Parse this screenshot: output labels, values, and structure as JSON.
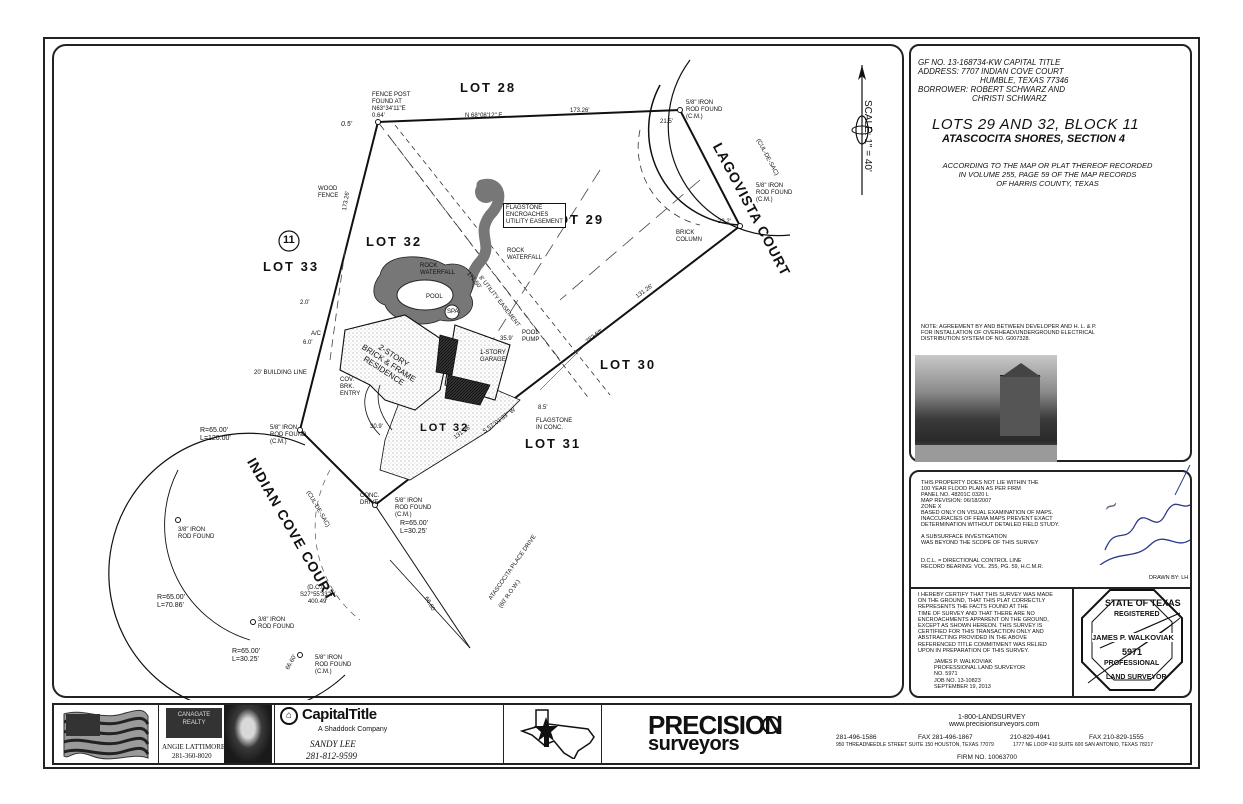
{
  "header": {
    "gf": "GF NO. 13-168734-KW CAPITAL TITLE",
    "address1": "ADDRESS: 7707 INDIAN COVE COURT",
    "address2": "HUMBLE, TEXAS 77346",
    "borrower1": "BORROWER: ROBERT SCHWARZ AND",
    "borrower2": "CHRISTI SCHWARZ",
    "title1": "LOTS 29 AND 32, BLOCK 11",
    "title2": "ATASCOCITA SHORES, SECTION 4",
    "plat1": "ACCORDING TO THE MAP OR PLAT THEREOF RECORDED",
    "plat2": "IN VOLUME 255, PAGE 59 OF THE MAP RECORDS",
    "plat3": "OF HARRIS COUNTY, TEXAS",
    "scale": "SCALE: 1\" = 40'"
  },
  "note": {
    "line1": "NOTE: AGREEMENT BY AND BETWEEN DEVELOPER AND H. L. & P.",
    "line2": "FOR INSTALLATION OF OVERHEAD/UNDERGROUND ELECTRICAL",
    "line3": "DISTRIBUTION SYSTEM OF NO. G007328."
  },
  "flood": {
    "lines": [
      "THIS PROPERTY DOES NOT LIE WITHIN THE",
      "100 YEAR FLOOD PLAIN AS PER FIRM",
      "PANEL NO. 48201C 0320 L",
      "MAP REVISION: 06/18/2007",
      "ZONE X",
      "BASED ONLY ON VISUAL EXAMINATION OF MAPS.",
      "INACCURACIES OF FEMA MAPS PREVENT EXACT",
      "DETERMINATION WITHOUT DETAILED FIELD STUDY."
    ],
    "sub1": "A SUBSURFACE INVESTIGATION",
    "sub2": "WAS BEYOND THE SCOPE OF THIS SURVEY",
    "dcl": "D.C.L. = DIRECTIONAL CONTROL LINE",
    "rb": "RECORD BEARING: VOL. 255, PG. 59, H.C.M.R.",
    "drawn": "DRAWN BY: LH"
  },
  "cert": {
    "lines": [
      "I HEREBY CERTIFY THAT THIS SURVEY WAS MADE",
      "ON THE GROUND, THAT THIS PLAT CORRECTLY",
      "REPRESENTS THE FACTS FOUND AT THE",
      "TIME OF SURVEY AND THAT THERE ARE NO",
      "ENCROACHMENTS APPARENT ON THE GROUND,",
      "EXCEPT AS SHOWN HEREON. THIS SURVEY IS",
      "CERTIFIED FOR THIS TRANSACTION ONLY AND",
      "ABSTRACTING PROVIDED IN THE ABOVE",
      "REFERENCED TITLE COMMITMENT WAS RELIED",
      "UPON IN PREPARATION OF THIS SURVEY."
    ],
    "name": "JAMES P. WALKOVIAK",
    "role": "PROFESSIONAL LAND SURVEYOR",
    "no": "NO. 5971",
    "job": "JOB NO. 13-10823",
    "date": "SEPTEMBER 19, 2013"
  },
  "seal": {
    "top": "STATE OF TEXAS",
    "reg": "REGISTERED",
    "name": "JAMES P. WALKOVIAK",
    "num": "5971",
    "prof": "PROFESSIONAL",
    "bottom": "LAND SURVEYOR"
  },
  "plat": {
    "lots": {
      "lot28": "LOT 28",
      "lot29": "LOT 29",
      "lot30": "LOT 30",
      "lot31": "LOT 31",
      "lot32": "LOT 32",
      "lot32b": "LOT 32",
      "lot33": "LOT 33",
      "block": "11"
    },
    "streets": {
      "lagovista": "LAGOVISTA COURT",
      "lagovista_sub": "(CUL-DE-SAC)",
      "indian": "INDIAN COVE COURT",
      "indian_sub": "(CUL-DE-SAC)",
      "atascocita": "ATASCOCITA PLACE DRIVE",
      "atascocita_sub": "(60' R.O.W.)"
    },
    "labels": {
      "fencepost1": "FENCE POST",
      "fencepost2": "FOUND AT",
      "fencepost3": "N63°34'11\"E",
      "fencepost4": "0.64'",
      "d05": "0.5'",
      "top_bearing": "N 68°08'12\" E",
      "top_dist": "173.26'",
      "iron_cm1": "5/8\" IRON",
      "iron_cm2": "ROD FOUND",
      "iron_cm3": "(C.M.)",
      "d215": "21.5'",
      "woodfence1": "WOOD",
      "woodfence2": "FENCE",
      "d17326": "173.26'",
      "flagstone1": "FLAGSTONE",
      "flagstone2": "ENCROACHES",
      "flagstone3": "UTILITY EASEMENT",
      "rockwf": "ROCK",
      "rockwf2": "WATERFALL",
      "pool": "POOL",
      "spa": "SPA",
      "d20": "2.0'",
      "ac": "A/C",
      "d60": "6.0'",
      "story1": "2-STORY",
      "story2": "BRICK & FRAME",
      "story3": "RESIDENCE",
      "garage1": "1-STORY",
      "garage2": "GARAGE",
      "poolpump1": "POOL",
      "poolpump2": "PUMP",
      "bldgline": "20' BUILDING LINE",
      "cov1": "COV.",
      "cov2": "BRK.",
      "cov3": "ENTRY",
      "r65a": "R=65.00'",
      "l120": "L=120.00'",
      "iron_a1": "5/8\" IRON",
      "iron_a2": "ROD FOUND",
      "iron_a3": "(C.M.)",
      "d309": "30.9'",
      "flagconc1": "FLAGSTONE",
      "flagconc2": "IN CONC.",
      "d85": "8.5'",
      "s_bearing": "S 57°01'33\" W",
      "d13126": "131.26'",
      "brickcol1": "BRICK",
      "brickcol2": "COLUMN",
      "d232": "23.2'",
      "conc1": "CONC.",
      "conc2": "DRIVE",
      "r65b": "R=65.00'",
      "l3025a": "L=30.25'",
      "dcl1": "(D.C.L.)",
      "dcl2": "S27°55'33\"W",
      "dcl3": "400.49'",
      "iron_b1": "3/8\" IRON",
      "iron_b2": "ROD FOUND",
      "r65c": "R=65.00'",
      "l7086": "L=70.86'",
      "iron_c1": "3/8\" IRON",
      "iron_c2": "ROD FOUND",
      "r65d": "R=65.00'",
      "l3025b": "L=30.25'",
      "iron_d1": "5/8\" IRON",
      "iron_d2": "ROD FOUND",
      "iron_d3": "(C.M.)",
      "d6660": "66.60'",
      "d6660b": "66.60'",
      "d28252": "282.52'",
      "easement": "8' UTILITY EASEMENT",
      "d17150": "171.50'",
      "d359": "35.9'"
    }
  },
  "footer": {
    "realty1": "CANAGATE",
    "realty2": "REALTY",
    "agent_name": "ANGIE LATTIMORE",
    "agent_phone": "281-360-8020",
    "capital": "CapitalTitle",
    "capital_sub": "A Shaddock Company",
    "sandy": "SANDY LEE",
    "sandy_phone": "281-812-9599",
    "precision1": "PRECISION",
    "precision2": "surveyors",
    "phone_main": "1-800-LANDSURVEY",
    "website": "www.precisionsurveyors.com",
    "houston_phone": "281-496-1586",
    "houston_fax": "FAX 281-496-1867",
    "sa_phone": "210-829-4941",
    "sa_fax": "FAX 210-829-1555",
    "houston_addr": "950 THREADNEEDLE STREET SUITE 150 HOUSTON, TEXAS 77079",
    "sa_addr": "1777 NE LOOP 410 SUITE 600 SAN ANTONIO, TEXAS 78217",
    "firm": "FIRM NO. 10063700"
  }
}
